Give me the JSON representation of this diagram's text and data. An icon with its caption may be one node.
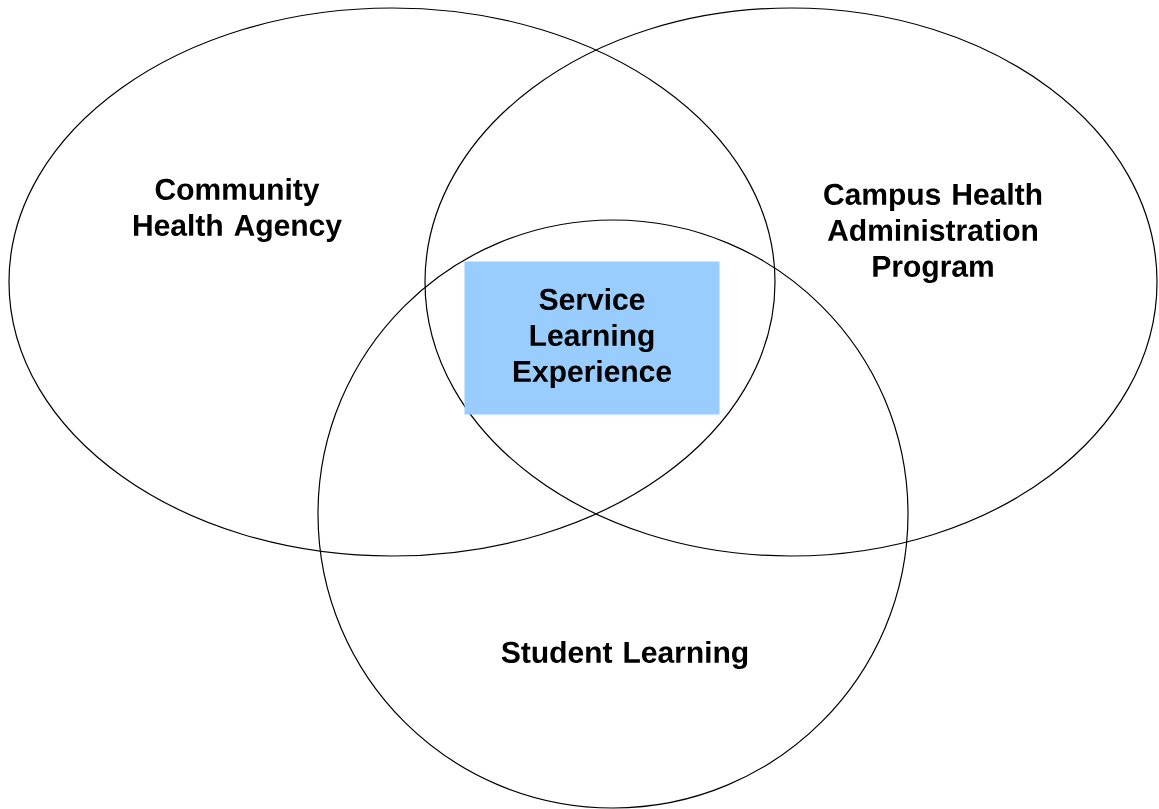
{
  "diagram": {
    "nodes": [
      {
        "text": [
          "Community Health Agency"
        ]
      },
      {
        "text": [
          "Campus Health Administration Program"
        ]
      },
      {
        "text": [
          "Student Learning"
        ]
      },
      {
        "text": [
          "Service Learning Experience"
        ]
      }
    ]
  }
}
